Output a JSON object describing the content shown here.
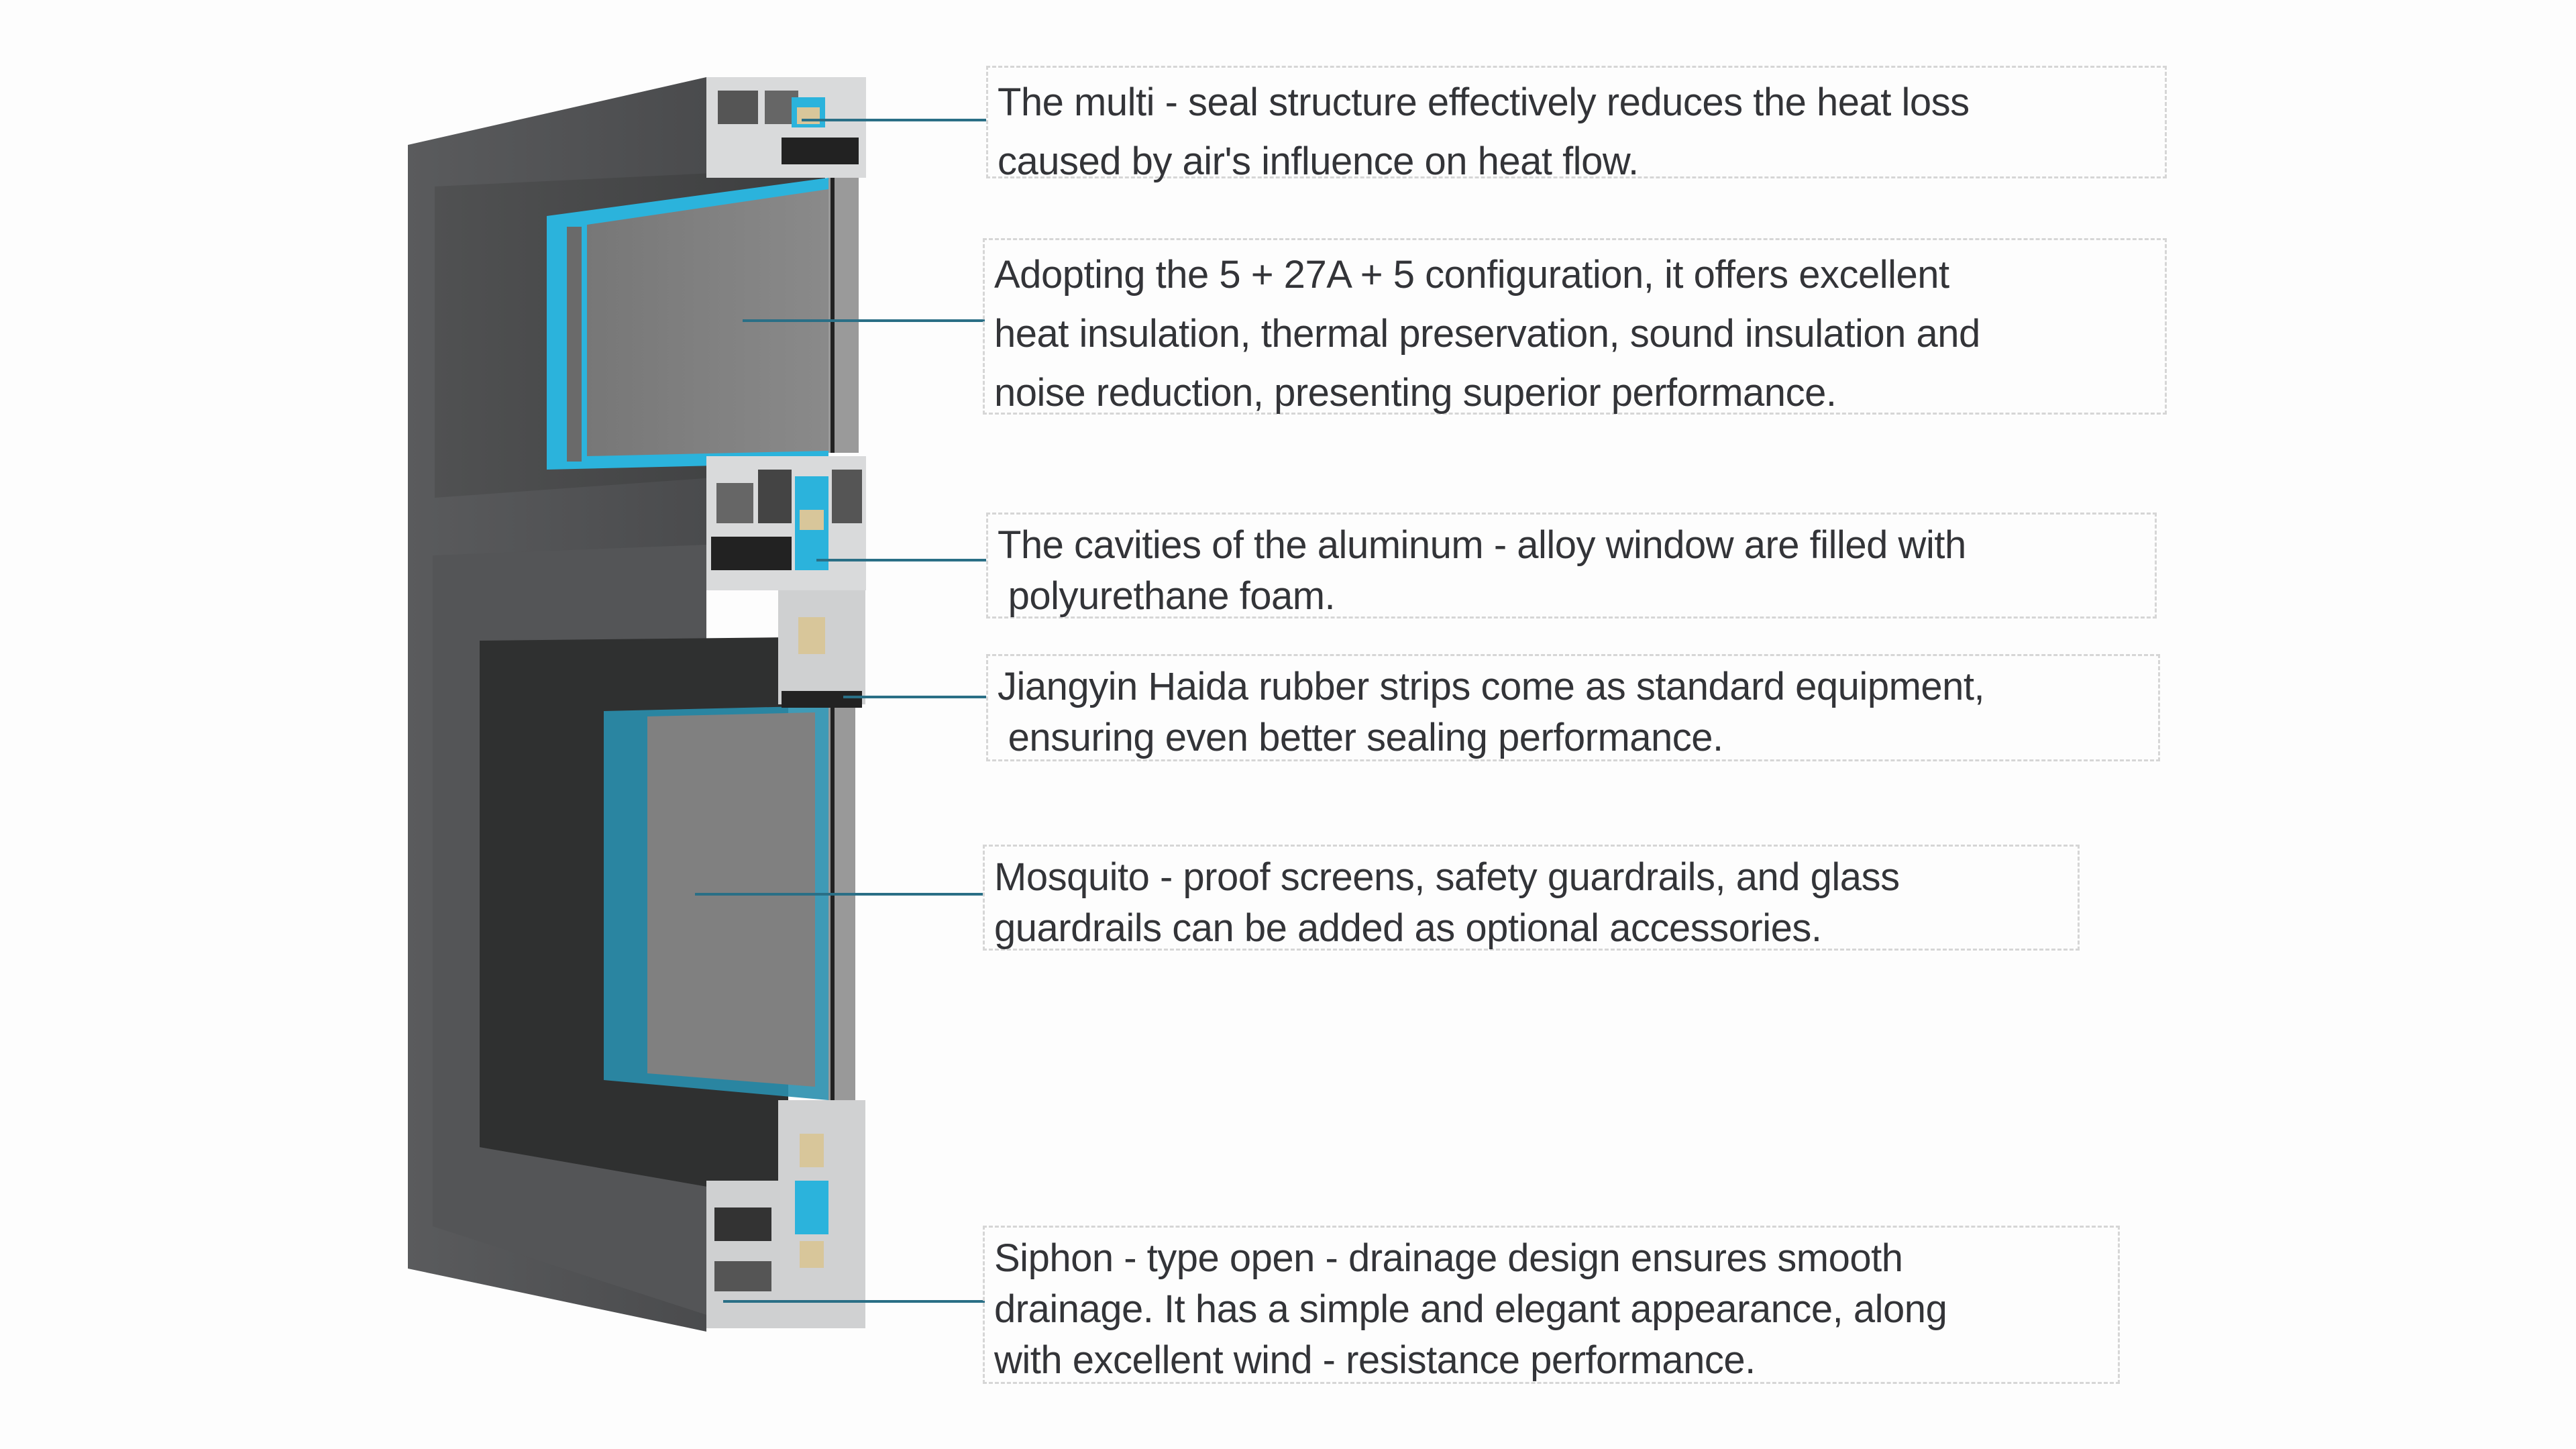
{
  "annotations": [
    {
      "id": "multi-seal",
      "lines": [
        "The multi - seal structure effectively reduces the heat loss",
        "caused by air's influence on heat flow."
      ]
    },
    {
      "id": "glass-config",
      "lines": [
        "Adopting the 5 + 27A + 5 configuration, it offers excellent",
        "heat insulation, thermal preservation, sound insulation and",
        "noise reduction, presenting superior performance."
      ]
    },
    {
      "id": "foam-filled",
      "lines": [
        "The cavities of the aluminum - alloy window are filled with",
        " polyurethane foam."
      ]
    },
    {
      "id": "rubber-strips",
      "lines": [
        "Jiangyin Haida rubber strips come as standard equipment,",
        " ensuring even better sealing performance."
      ]
    },
    {
      "id": "accessories",
      "lines": [
        "Mosquito - proof screens, safety guardrails, and glass",
        "guardrails can be added as optional accessories."
      ]
    },
    {
      "id": "drainage",
      "lines": [
        "Siphon - type open - drainage design ensures smooth",
        "drainage. It has a simple and elegant appearance, along",
        "with excellent wind - resistance performance."
      ]
    }
  ],
  "colors": {
    "frame": "#5b5c5e",
    "accent": "#2bb3dc",
    "leader": "#2a6f86",
    "foam": "#d8c69a"
  }
}
